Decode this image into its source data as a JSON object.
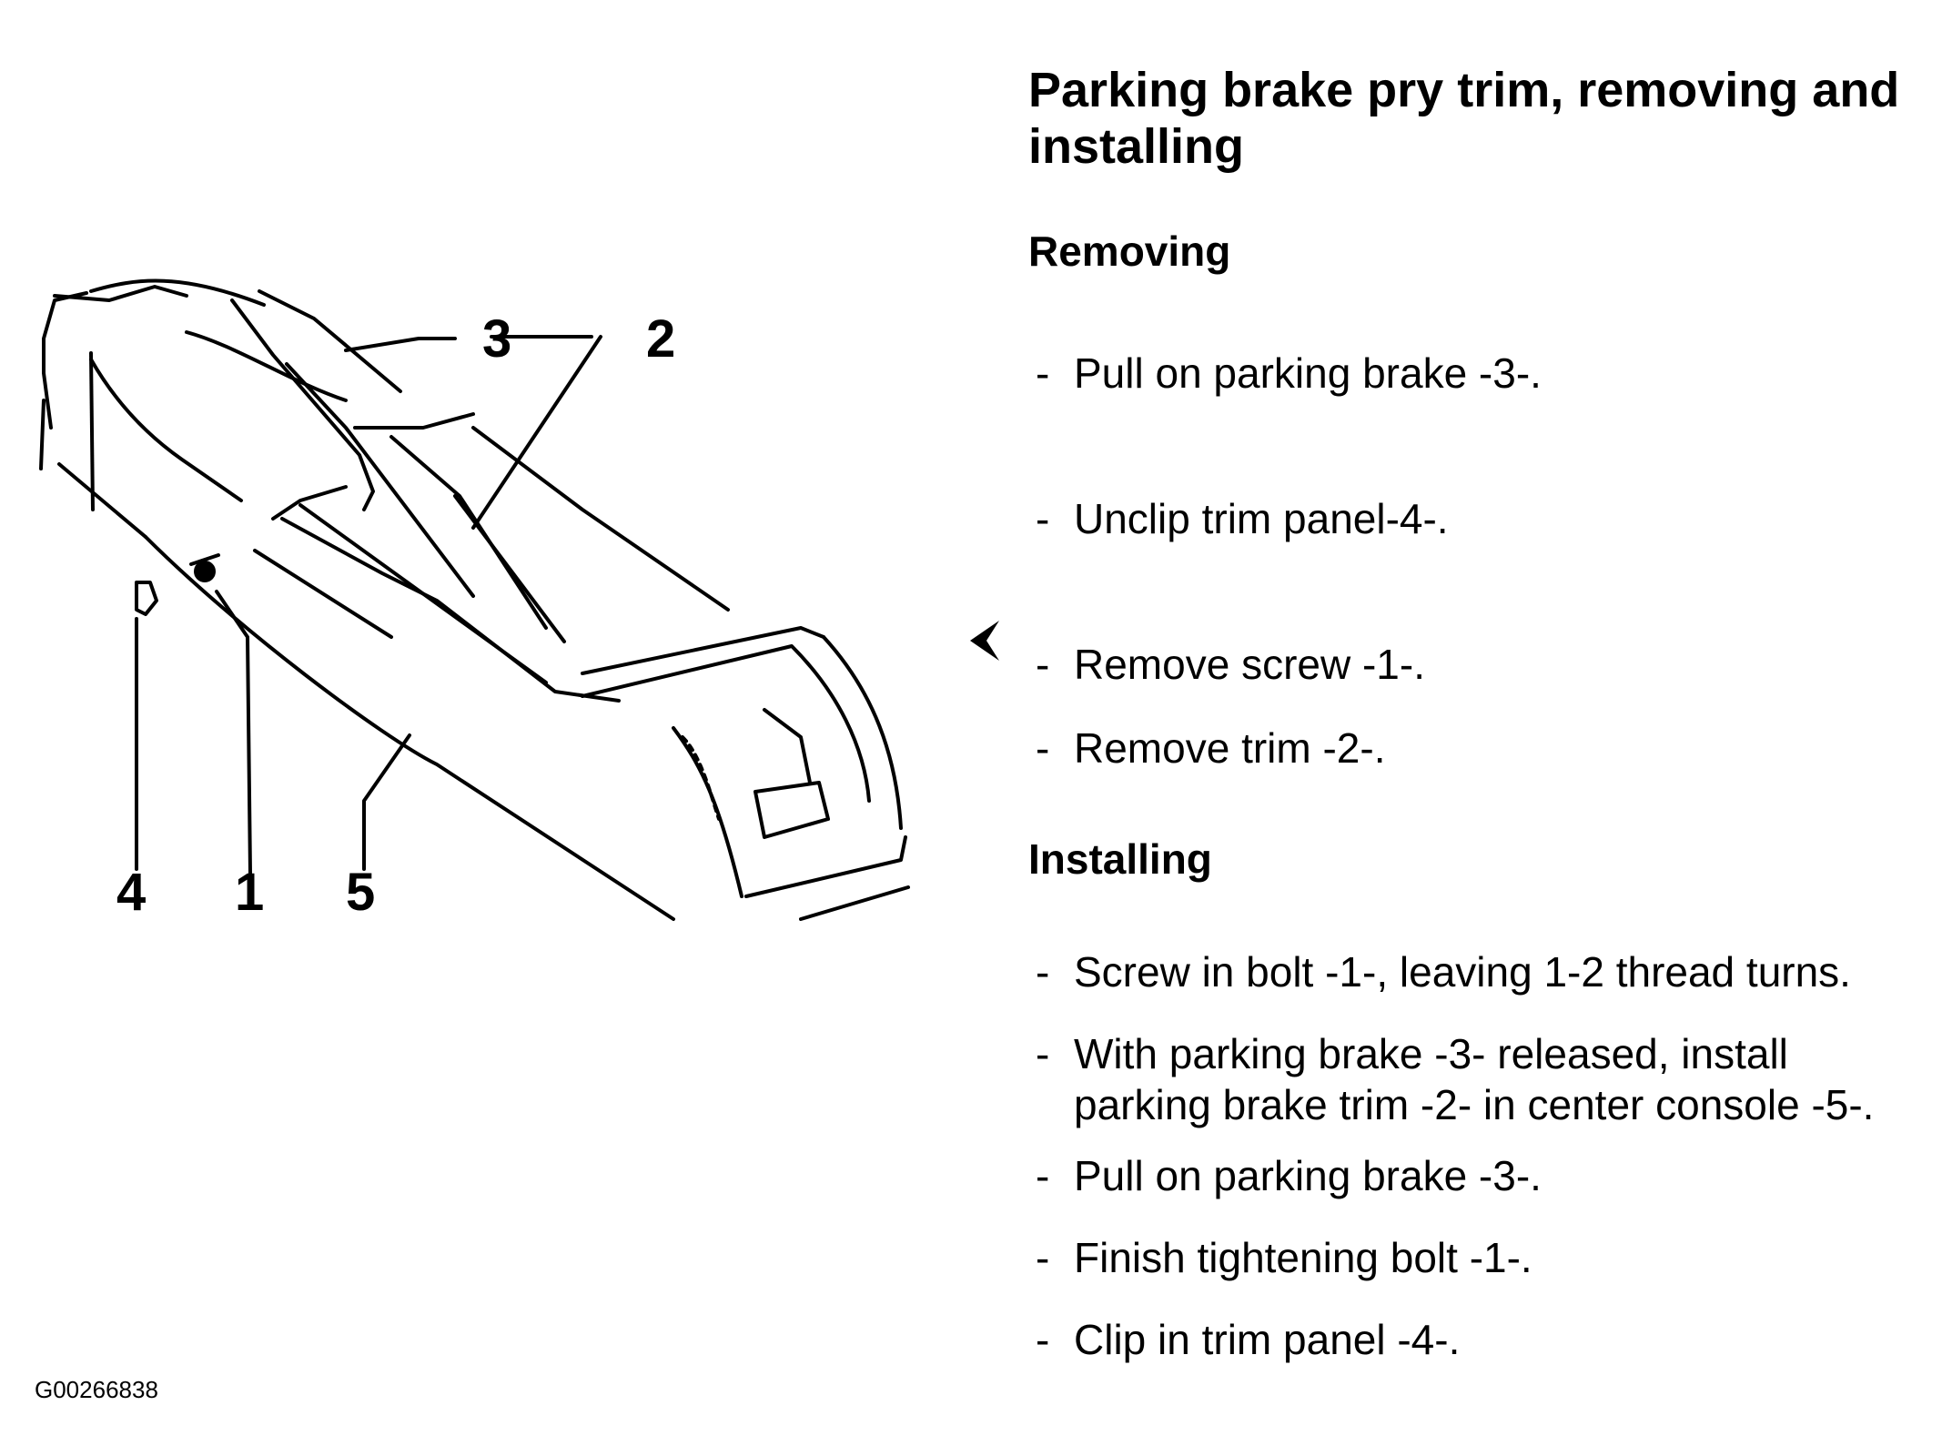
{
  "document": {
    "title": "Parking brake pry trim, removing and installing",
    "figure_code": "G00266838"
  },
  "illustration": {
    "callouts": [
      {
        "id": "3",
        "label": "3"
      },
      {
        "id": "2",
        "label": "2"
      },
      {
        "id": "4",
        "label": "4"
      },
      {
        "id": "1",
        "label": "1"
      },
      {
        "id": "5",
        "label": "5"
      }
    ]
  },
  "removing": {
    "heading": "Removing",
    "steps": [
      {
        "dash": "-",
        "text": "Pull on parking brake -3-."
      },
      {
        "dash": "-",
        "text": "Unclip trim panel-4-."
      },
      {
        "dash": "-",
        "text": "Remove screw -1-."
      },
      {
        "dash": "-",
        "text": "Remove trim -2-."
      }
    ]
  },
  "installing": {
    "heading": "Installing",
    "steps": [
      {
        "dash": "-",
        "text": "Screw in bolt -1-, leaving 1-2 thread turns."
      },
      {
        "dash": "-",
        "text": "With parking brake -3- released, install parking brake trim -2- in center console -5-."
      },
      {
        "dash": "-",
        "text": "Pull on parking brake -3-."
      },
      {
        "dash": "-",
        "text": "Finish tightening bolt -1-."
      },
      {
        "dash": "-",
        "text": "Clip in trim panel -4-."
      }
    ]
  }
}
